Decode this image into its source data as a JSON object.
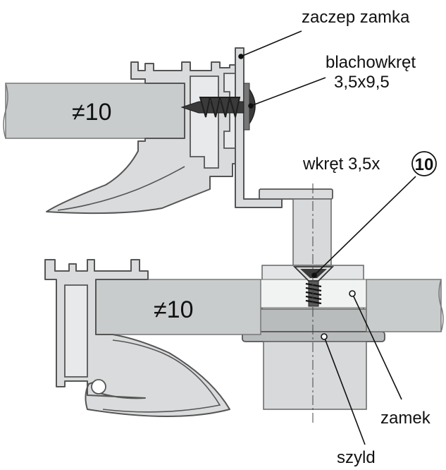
{
  "labels": {
    "lock_catch": "zaczep zamka",
    "sheet_screw_line1": "blachowkręt",
    "sheet_screw_line2": "3,5x9,5",
    "screw_prefix": "wkręt 3,5x",
    "screw_number": "10",
    "lock": "zamek",
    "plate": "szyld",
    "glass_top": "≠10",
    "glass_bottom": "≠10"
  },
  "colors": {
    "background": "#ffffff",
    "glass": "#c9cccd",
    "profile_fill": "#d9dbdc",
    "profile_stroke": "#555555",
    "lock_body": "#d7d9da",
    "plate_fill": "#b9bcbd",
    "screw_dark": "#3a3a3a",
    "text": "#111111"
  }
}
